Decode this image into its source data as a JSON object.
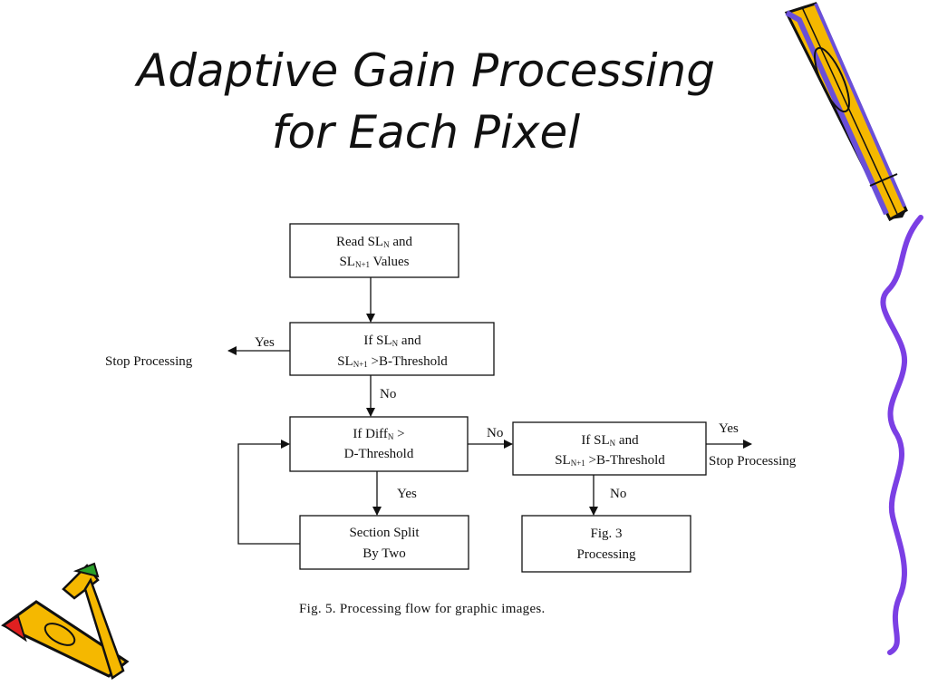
{
  "slide": {
    "title_line1": "Adaptive Gain Processing",
    "title_line2": "for Each Pixel"
  },
  "flowchart": {
    "read_box": {
      "line1_pre": "Read SL",
      "line1_sub": "N",
      "line1_post": " and",
      "line2_pre": "SL",
      "line2_sub": "N+1",
      "line2_post": " Values"
    },
    "check_b1": {
      "line1_pre": "If SL",
      "line1_sub": "N",
      "line1_post": " and",
      "line2_pre": "SL",
      "line2_sub": "N+1",
      "line2_post": " >B-Threshold"
    },
    "diff_box": {
      "line1_pre": "If Diff",
      "line1_sub": "N",
      "line1_post": " >",
      "line2": "D-Threshold"
    },
    "check_b2": {
      "line1_pre": "If SL",
      "line1_sub": "N",
      "line1_post": " and",
      "line2_pre": "SL",
      "line2_sub": "N+1",
      "line2_post": " >B-Threshold"
    },
    "split_box": {
      "line1": "Section Split",
      "line2": "By Two"
    },
    "fig3_box": {
      "line1": "Fig. 3",
      "line2": "Processing"
    },
    "stop_left": "Stop Processing",
    "stop_right": "Stop Processing",
    "yes_b1": "Yes",
    "no_b1": "No",
    "no_diff": "No",
    "yes_diff": "Yes",
    "yes_b2": "Yes",
    "no_b2": "No",
    "caption": "Fig. 5.  Processing flow for graphic images."
  },
  "colors": {
    "pencil_body": "#f5b800",
    "pencil_outline": "#111111",
    "pencil_accent_blue": "#6a4fd8",
    "pencil_tip_red": "#e02020",
    "pencil_tip_green": "#2aa02a",
    "squiggle": "#7b3fe4"
  }
}
